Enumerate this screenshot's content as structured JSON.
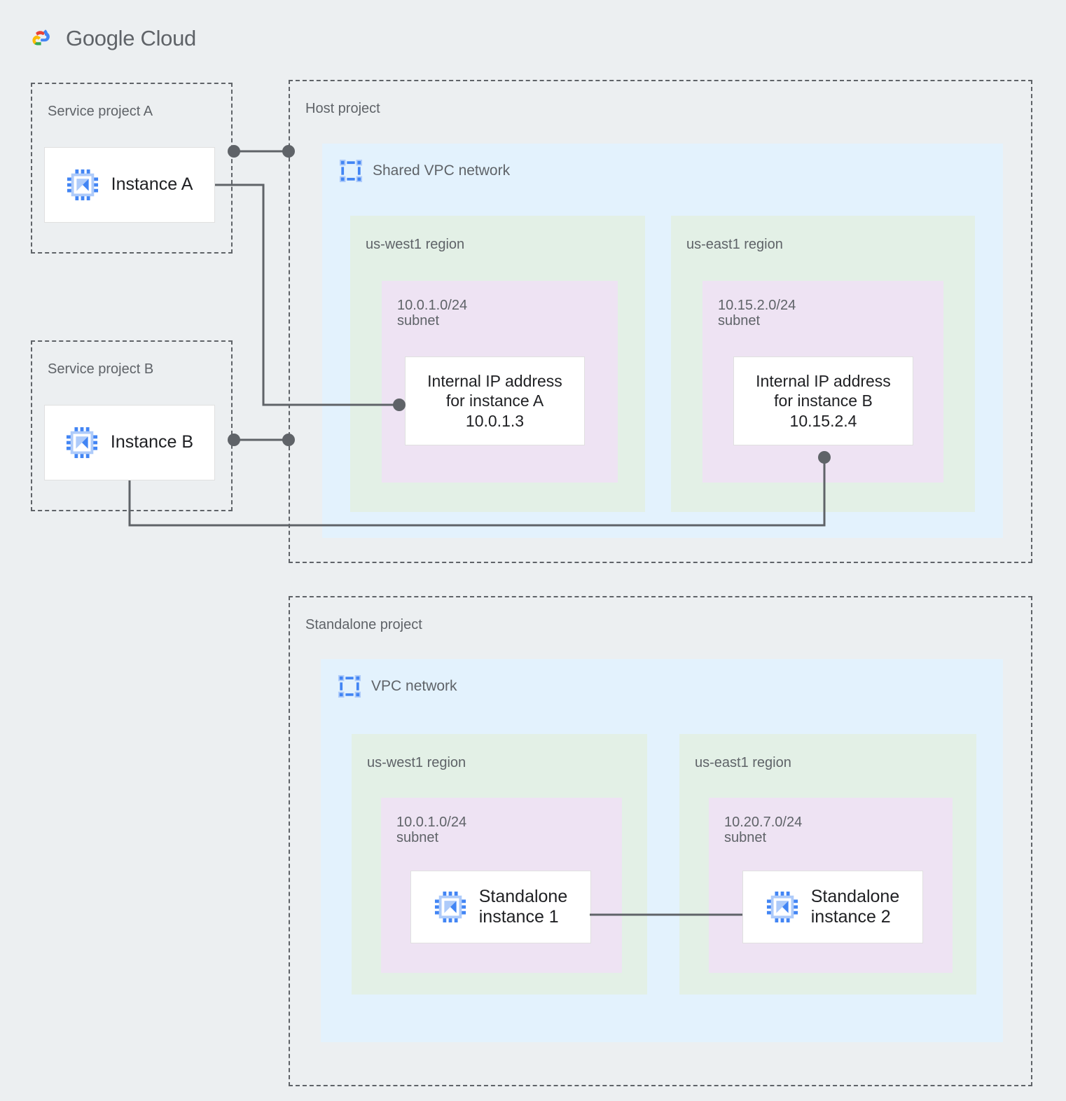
{
  "brand": {
    "google": "Google",
    "cloud": "Cloud",
    "logo_icon": "google-cloud-logo"
  },
  "service_project_a": {
    "label": "Service project A",
    "instance": {
      "label": "Instance A",
      "icon": "cpu-chip-icon"
    }
  },
  "service_project_b": {
    "label": "Service project B",
    "instance": {
      "label": "Instance B",
      "icon": "cpu-chip-icon"
    }
  },
  "host_project": {
    "label": "Host project",
    "vpc": {
      "title": "Shared VPC network",
      "icon": "vpc-network-icon",
      "regions": [
        {
          "label": "us-west1 region",
          "subnet": {
            "label": "10.0.1.0/24\nsubnet",
            "cidr": "10.0.1.0/24",
            "card": "Internal IP address\nfor instance A\n10.0.1.3",
            "ip": "10.0.1.3"
          }
        },
        {
          "label": "us-east1 region",
          "subnet": {
            "label": "10.15.2.0/24\nsubnet",
            "cidr": "10.15.2.0/24",
            "card": "Internal IP address\nfor instance B\n10.15.2.4",
            "ip": "10.15.2.4"
          }
        }
      ]
    }
  },
  "standalone_project": {
    "label": "Standalone project",
    "vpc": {
      "title": "VPC network",
      "icon": "vpc-network-icon",
      "regions": [
        {
          "label": "us-west1 region",
          "subnet": {
            "label": "10.0.1.0/24\nsubnet",
            "cidr": "10.0.1.0/24",
            "instance": {
              "label": "Standalone\ninstance 1",
              "icon": "cpu-chip-icon"
            }
          }
        },
        {
          "label": "us-east1 region",
          "subnet": {
            "label": "10.20.7.0/24\nsubnet",
            "cidr": "10.20.7.0/24",
            "instance": {
              "label": "Standalone\ninstance 2",
              "icon": "cpu-chip-icon"
            }
          }
        }
      ]
    }
  },
  "colors": {
    "page_background": "#eceff1",
    "vpc_fill": "#e3f2fd",
    "region_fill": "#e3f0e6",
    "subnet_fill": "#eee3f3",
    "card_fill": "#ffffff",
    "border_dashed": "#5f6368",
    "connector": "#5f6368",
    "text_muted": "#5f6368",
    "text_primary": "#202124",
    "icon_blue": "#4285f4",
    "icon_blue_light": "#8ab4f8"
  }
}
